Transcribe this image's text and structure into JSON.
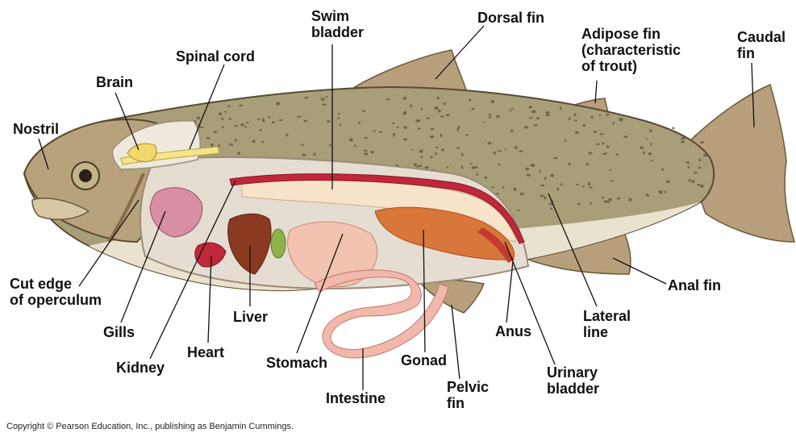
{
  "labels": {
    "swim_bladder": "Swim\nbladder",
    "dorsal_fin": "Dorsal fin",
    "adipose_fin": "Adipose fin\n(characteristic\nof trout)",
    "caudal_fin": "Caudal\nfin",
    "spinal_cord": "Spinal cord",
    "brain": "Brain",
    "nostril": "Nostril",
    "cut_edge_operculum": "Cut edge\nof operculum",
    "gills": "Gills",
    "kidney": "Kidney",
    "heart": "Heart",
    "liver": "Liver",
    "stomach": "Stomach",
    "intestine": "Intestine",
    "gonad": "Gonad",
    "pelvic_fin": "Pelvic\nfin",
    "anus": "Anus",
    "urinary_bladder": "Urinary\nbladder",
    "lateral_line": "Lateral\nline",
    "anal_fin": "Anal fin"
  },
  "copyright": "Copyright © Pearson Education, Inc., publishing as Benjamin Cummings.",
  "colors": {
    "body": "#a89e78",
    "belly": "#e8e2cf",
    "fin": "#b89f7c",
    "cavity": "#e6ddd2",
    "kidney": "#c0273a",
    "liver": "#8b3a22",
    "gonad": "#d9763a",
    "intestine": "#f2b8ab",
    "stomach": "#f1c3b0",
    "gills": "#d98fa3",
    "swim_bladder": "#f6e3c9",
    "gall": "#8fb04a",
    "spots": "#5a5440"
  }
}
